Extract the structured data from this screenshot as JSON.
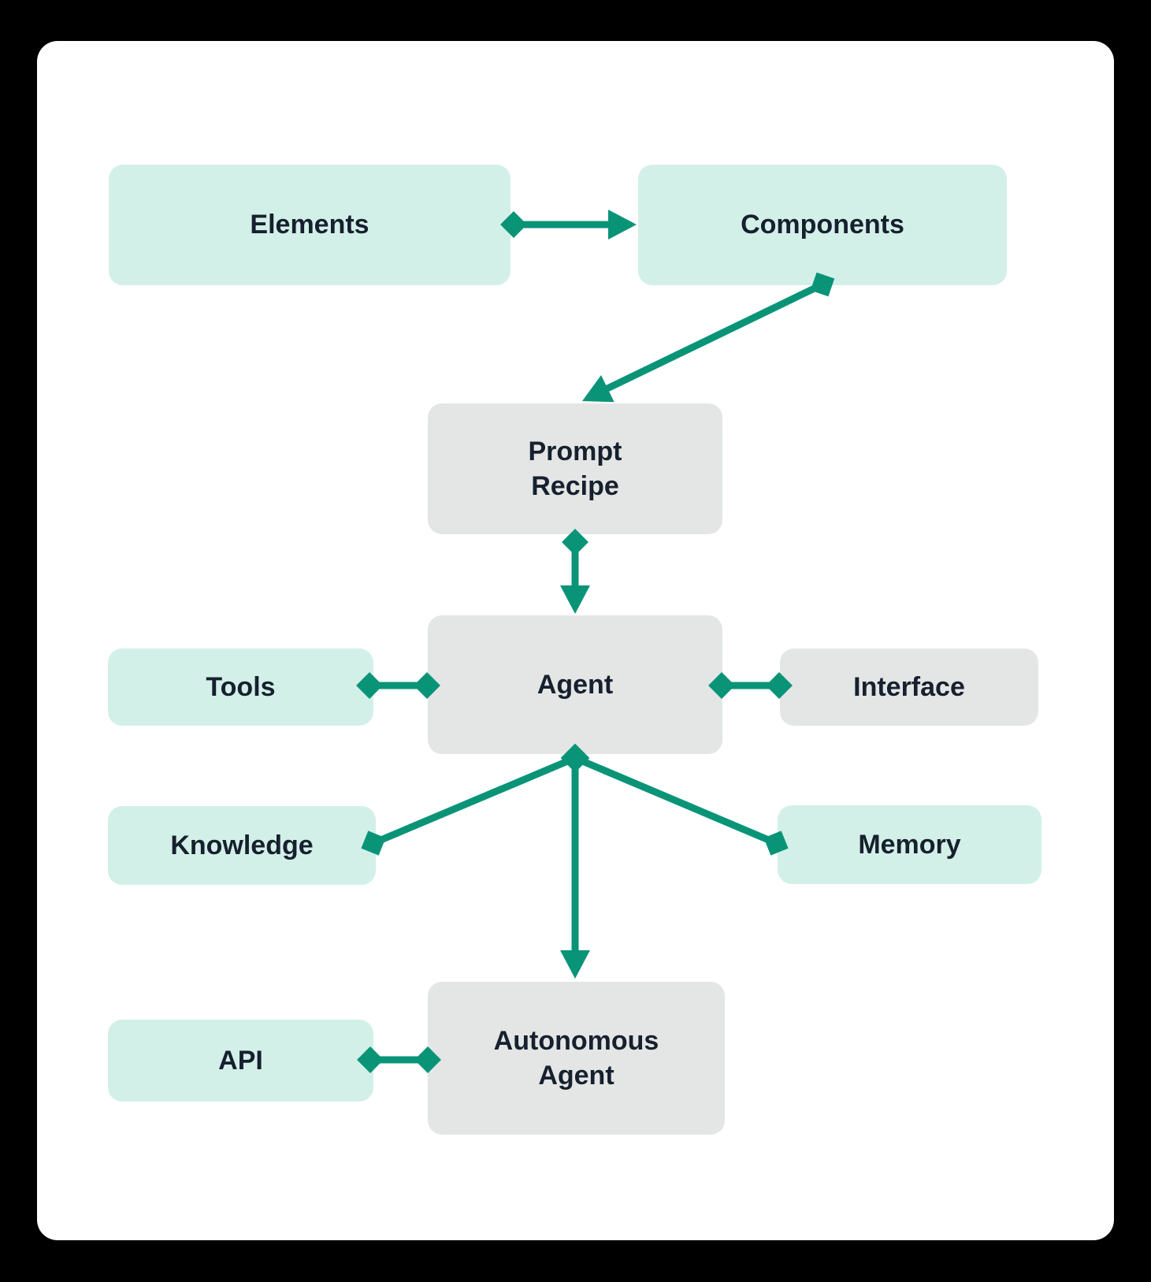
{
  "nodes": {
    "elements": {
      "label": "Elements",
      "variant": "teal"
    },
    "components": {
      "label": "Components",
      "variant": "teal"
    },
    "prompt_recipe": {
      "label": "Prompt Recipe",
      "variant": "gray"
    },
    "tools": {
      "label": "Tools",
      "variant": "teal"
    },
    "agent": {
      "label": "Agent",
      "variant": "gray"
    },
    "interface": {
      "label": "Interface",
      "variant": "gray"
    },
    "knowledge": {
      "label": "Knowledge",
      "variant": "teal"
    },
    "memory": {
      "label": "Memory",
      "variant": "teal"
    },
    "api": {
      "label": "API",
      "variant": "teal"
    },
    "autonomous_agent": {
      "label": "Autonomous Agent",
      "variant": "gray"
    }
  },
  "edges": [
    {
      "from": "elements",
      "to": "components",
      "style": "diamond-to-arrow"
    },
    {
      "from": "components",
      "to": "prompt_recipe",
      "style": "diamond-to-arrow"
    },
    {
      "from": "prompt_recipe",
      "to": "agent",
      "style": "diamond-to-arrow"
    },
    {
      "from": "tools",
      "to": "agent",
      "style": "diamond-to-diamond"
    },
    {
      "from": "agent",
      "to": "interface",
      "style": "diamond-to-diamond"
    },
    {
      "from": "agent",
      "to": "knowledge",
      "style": "diamond-to-diamond"
    },
    {
      "from": "agent",
      "to": "memory",
      "style": "diamond-to-diamond"
    },
    {
      "from": "agent",
      "to": "autonomous_agent",
      "style": "diamond-to-arrow"
    },
    {
      "from": "api",
      "to": "autonomous_agent",
      "style": "diamond-to-diamond"
    }
  ],
  "colors": {
    "background": "#000000",
    "card": "#ffffff",
    "node_teal": "#d3f0e8",
    "node_gray": "#e3e6e5",
    "connector": "#0a9477",
    "text": "#17202e"
  }
}
